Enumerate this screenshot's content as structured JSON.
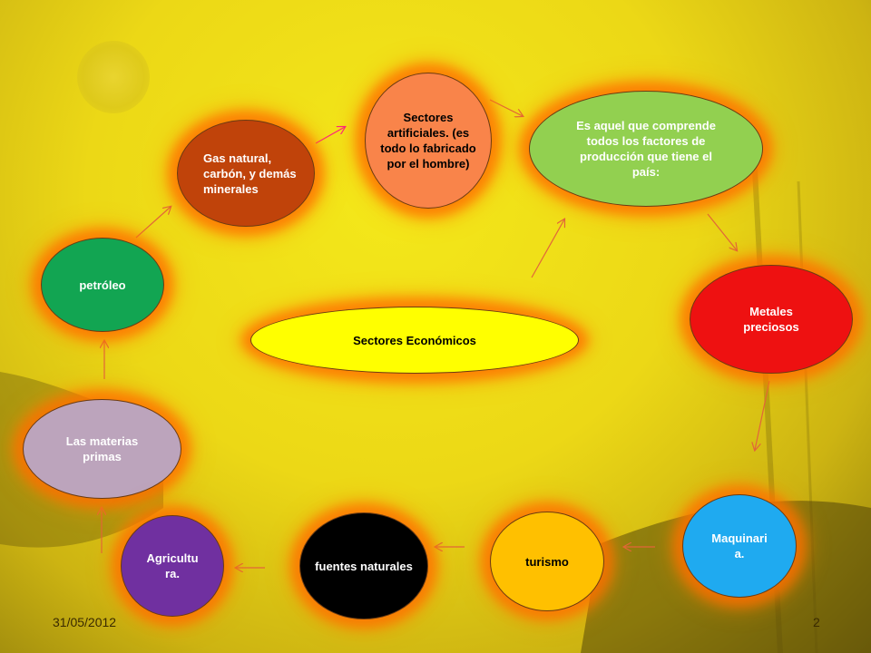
{
  "nodes": {
    "sectores_artificiales": "Sectores artificiales. (es todo lo fabricado por el hombre)",
    "es_aquel": "Es aquel que comprende todos los factores de producción que tiene el país:",
    "gas_natural": "Gas natural, carbón, y demás minerales",
    "petroleo": "petróleo",
    "metales": "Metales preciosos",
    "sectores_economicos": "Sectores Económicos",
    "materias_primas": "Las materias primas",
    "maquinaria": "Maquinari a.",
    "turismo": "turismo",
    "fuentes_naturales": "fuentes naturales",
    "agricultura": "Agricultu ra."
  },
  "footer": {
    "date": "31/05/2012",
    "page": "2"
  },
  "colors": {
    "sectores_artificiales": "#f9844a",
    "es_aquel": "#92d050",
    "gas_natural": "#c0430a",
    "petroleo": "#12a552",
    "metales": "#ee1111",
    "sectores_economicos": "#ffff00",
    "materias_primas": "#bca4bc",
    "maquinaria": "#1faaf0",
    "turismo": "#ffc000",
    "fuentes_naturales": "#000000",
    "agricultura": "#7030a0",
    "arrow": "#e2653a"
  }
}
